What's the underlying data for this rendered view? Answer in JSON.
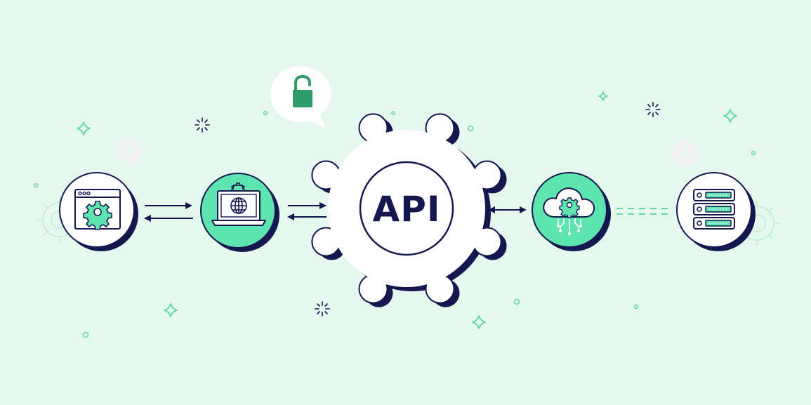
{
  "center": {
    "label": "API",
    "badge": "unlocked-padlock-icon"
  },
  "nodes": [
    {
      "id": "client-app",
      "icon": "browser-window-gear-icon",
      "fill": "#ffffff"
    },
    {
      "id": "web-client",
      "icon": "laptop-globe-icon",
      "fill": "#5ee4b0"
    },
    {
      "id": "cloud-service",
      "icon": "cloud-gear-circuit-icon",
      "fill": "#5ee4b0"
    },
    {
      "id": "database-server",
      "icon": "server-stack-icon",
      "fill": "#ffffff"
    }
  ],
  "connectors": [
    {
      "between": [
        "client-app",
        "web-client"
      ],
      "style": "two-way-split-arrows"
    },
    {
      "between": [
        "web-client",
        "api"
      ],
      "style": "two-way-split-arrows"
    },
    {
      "between": [
        "api",
        "cloud-service"
      ],
      "style": "double-headed-arrow"
    },
    {
      "between": [
        "cloud-service",
        "database-server"
      ],
      "style": "dashed-link"
    }
  ],
  "colors": {
    "background": "#e4f8ef",
    "ink": "#15174f",
    "accent": "#5ee4b0",
    "lock": "#2c9c68",
    "sparkle": "#5fd6a6",
    "faint_gear": "#f0f0f2"
  }
}
